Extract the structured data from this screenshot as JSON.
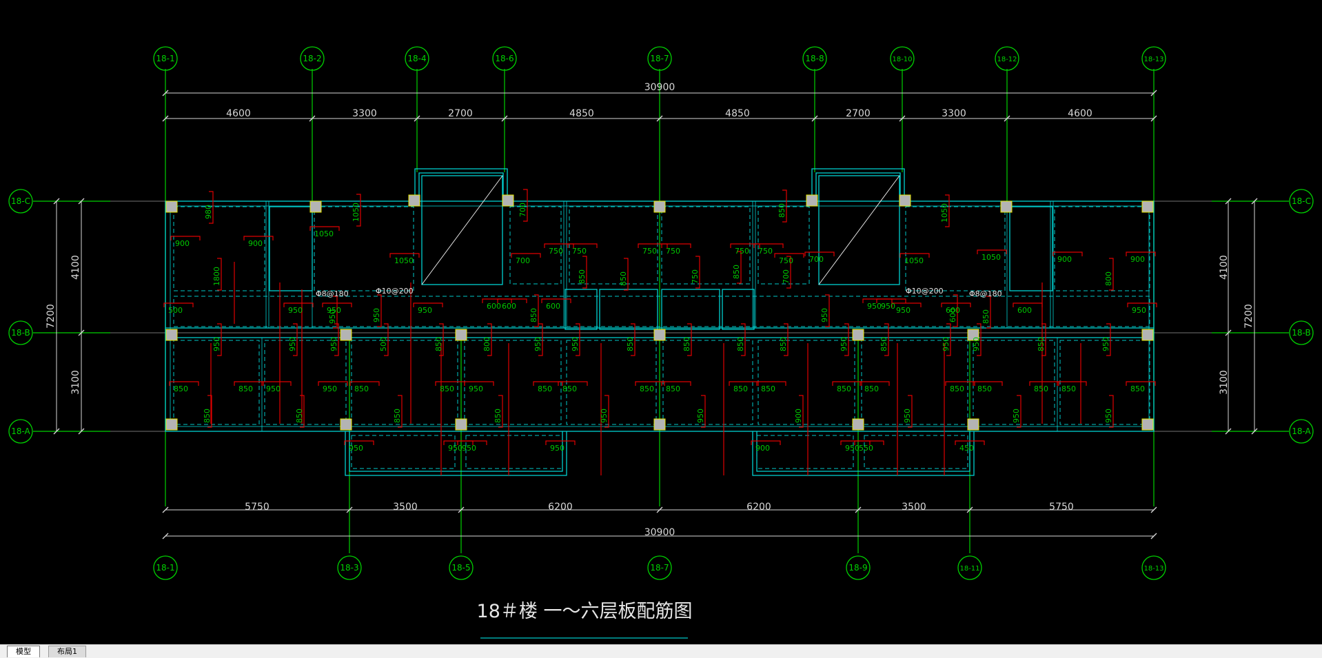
{
  "drawing_title": "18＃楼  一～六层板配筋图",
  "colors": {
    "background": "#000000",
    "axis_line": "#00d200",
    "beam_outline": "#00d2d2",
    "rebar": "#e00000",
    "rebar_text": "#00c800",
    "dimension": "#d8d8d8",
    "column": "#b4b4b4",
    "column_edge": "#e6e600"
  },
  "axes_top": [
    "18-1",
    "18-2",
    "18-4",
    "18-6",
    "18-7",
    "18-8",
    "18-10",
    "18-12",
    "18-13"
  ],
  "axes_bottom": [
    "18-1",
    "18-3",
    "18-5",
    "18-7",
    "18-9",
    "18-11",
    "18-13"
  ],
  "axes_side": [
    "18-C",
    "18-B",
    "18-A"
  ],
  "dims_top_total": "30900",
  "dims_top": [
    "4600",
    "3300",
    "2700",
    "4850",
    "4850",
    "2700",
    "3300",
    "4600"
  ],
  "dims_bottom_total": "30900",
  "dims_bottom": [
    "5750",
    "3500",
    "6200",
    "6200",
    "3500",
    "5750"
  ],
  "dims_left": [
    "4100",
    "3100"
  ],
  "dims_left_total": "7200",
  "dims_right": [
    "4100",
    "3100"
  ],
  "dims_right_total": "7200",
  "rebar_notes": [
    "Φ8@180",
    "Φ10@200",
    "Φ10@200",
    "Φ8@180"
  ],
  "slab_labels": [
    "980",
    "900",
    "900",
    "1800",
    "1050",
    "1050",
    "1050",
    "700",
    "700",
    "750",
    "750",
    "850",
    "750",
    "750",
    "850",
    "750",
    "750",
    "750",
    "850",
    "850",
    "750",
    "700",
    "700",
    "1050",
    "1050",
    "1050",
    "900",
    "900",
    "800",
    "500",
    "950",
    "950",
    "950",
    "950",
    "950",
    "600",
    "600",
    "850",
    "600",
    "950",
    "950",
    "950",
    "950",
    "600",
    "600",
    "850",
    "600",
    "950",
    "950",
    "950",
    "950",
    "500",
    "850",
    "800",
    "950",
    "950",
    "850",
    "850",
    "850",
    "850",
    "950",
    "850",
    "950",
    "950",
    "850",
    "950",
    "850",
    "850",
    "950",
    "950",
    "850",
    "850",
    "950",
    "850",
    "850",
    "850",
    "850",
    "850",
    "850",
    "850",
    "850",
    "850",
    "850",
    "850",
    "850",
    "850",
    "850",
    "850",
    "850",
    "850",
    "950",
    "950",
    "900",
    "950",
    "950",
    "950",
    "950",
    "950",
    "950",
    "950",
    "900",
    "950",
    "550",
    "450",
    "450",
    "550",
    "550",
    "450",
    "450",
    "550"
  ],
  "tabs": [
    "模型",
    "布局1"
  ]
}
